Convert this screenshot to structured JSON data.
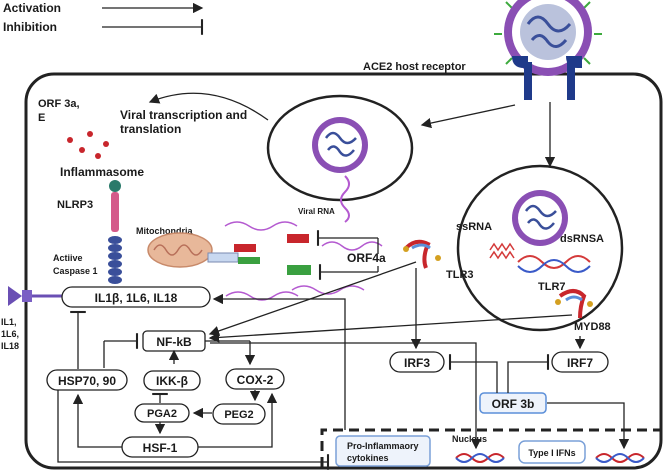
{
  "legend": {
    "activation": "Activation",
    "inhibition": "Inhibition"
  },
  "labels": {
    "ace2": "ACE2 host receptor",
    "orf3a_line1": "ORF 3a,",
    "orf3a_line2": "E",
    "viral_transcription_line1": "Viral transcription and",
    "viral_transcription_line2": "translation",
    "inflammasome": "Inflammasome",
    "nlrp3": "NLRP3",
    "active_caspase_line1": "Actiive",
    "active_caspase_line2": "Caspase 1",
    "mitochondria": "Mitochondria",
    "viral_rna": "Viral RNA",
    "orf4a": "ORF4a",
    "ssrna": "ssRNA",
    "dsrnsa": "dsRNSA",
    "tlr3": "TLR3",
    "tlr7": "TLR7",
    "myd88": "MYD88",
    "nucleus": "Nucleus",
    "receptor_line1": "IL1,",
    "receptor_line2": "1L6,",
    "receptor_line3": "IL18"
  },
  "nodes": {
    "il_box": "IL1β, 1L6, IL18",
    "nfkb": "NF-kB",
    "hsp": "HSP70, 90",
    "ikk": "IKK-β",
    "cox2": "COX-2",
    "pga2": "PGA2",
    "peg2": "PEG2",
    "hsf1": "HSF-1",
    "irf3": "IRF3",
    "irf7": "IRF7",
    "orf3b": "ORF 3b",
    "proinflam_line1": "Pro-Inflammaory",
    "proinflam_line2": "cytokines",
    "type1ifn": "Type I IFNs"
  },
  "colors": {
    "virus_blue": "#3a4f9a",
    "virus_purple": "#8a4fb4",
    "spike_green": "#3daa3d",
    "nlrp3_pink": "#d45a8a",
    "caspase_blue": "#3a4f9a",
    "receptor_navy": "#1f3a8a",
    "red_bar": "#c8262c",
    "green_bar": "#3aa040",
    "orf3b_border": "#5b8fd9",
    "nucleus_border": "#222222"
  }
}
